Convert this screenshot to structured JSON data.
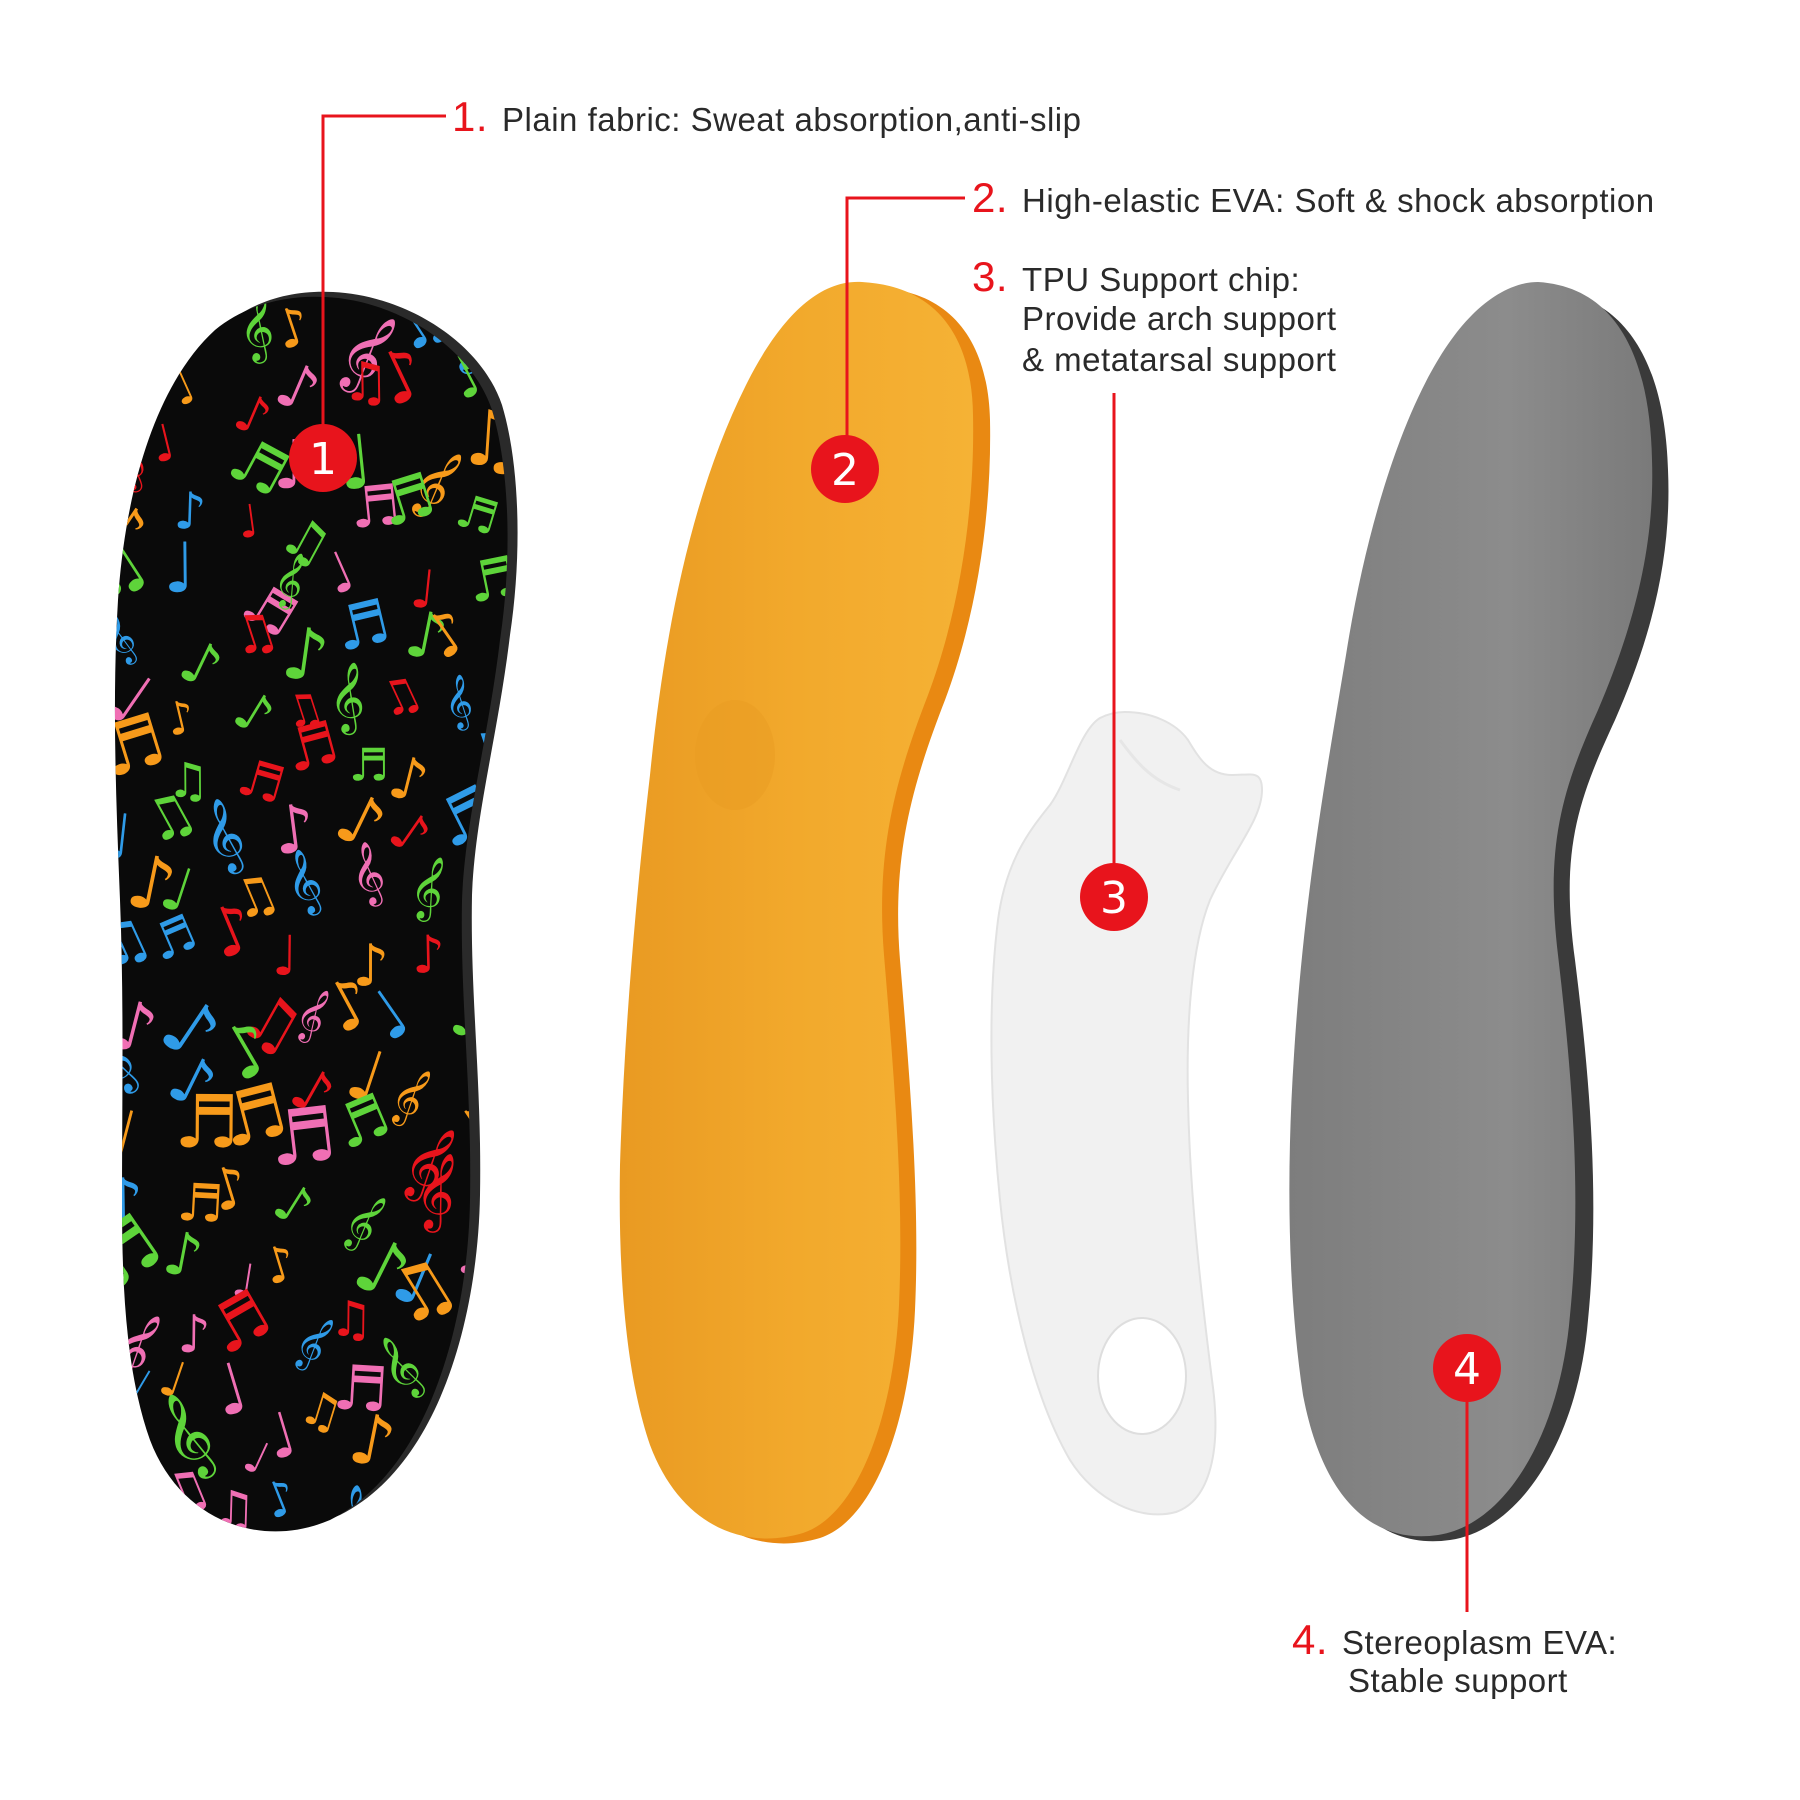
{
  "colors": {
    "accent": "#e8141c",
    "fabric": "#0a0a0a",
    "eva_yellow": "#f0a628",
    "tpu": "#f2f2f2",
    "stereoplasm_gray": "#858585",
    "text": "#2a2a2a"
  },
  "note_colors": [
    "#e8141c",
    "#2f9be8",
    "#5ed43a",
    "#f79a1a",
    "#f06fb4"
  ],
  "layers": [
    {
      "number": "1.",
      "badge": "1",
      "lines": [
        "Plain fabric: Sweat absorption,anti-slip"
      ]
    },
    {
      "number": "2.",
      "badge": "2",
      "lines": [
        "High-elastic EVA: Soft & shock absorption"
      ]
    },
    {
      "number": "3.",
      "badge": "3",
      "lines": [
        "TPU Support chip:",
        "Provide arch support",
        "& metatarsal support"
      ]
    },
    {
      "number": "4.",
      "badge": "4",
      "lines": [
        "Stereoplasm EVA:",
        "Stable support"
      ]
    }
  ]
}
